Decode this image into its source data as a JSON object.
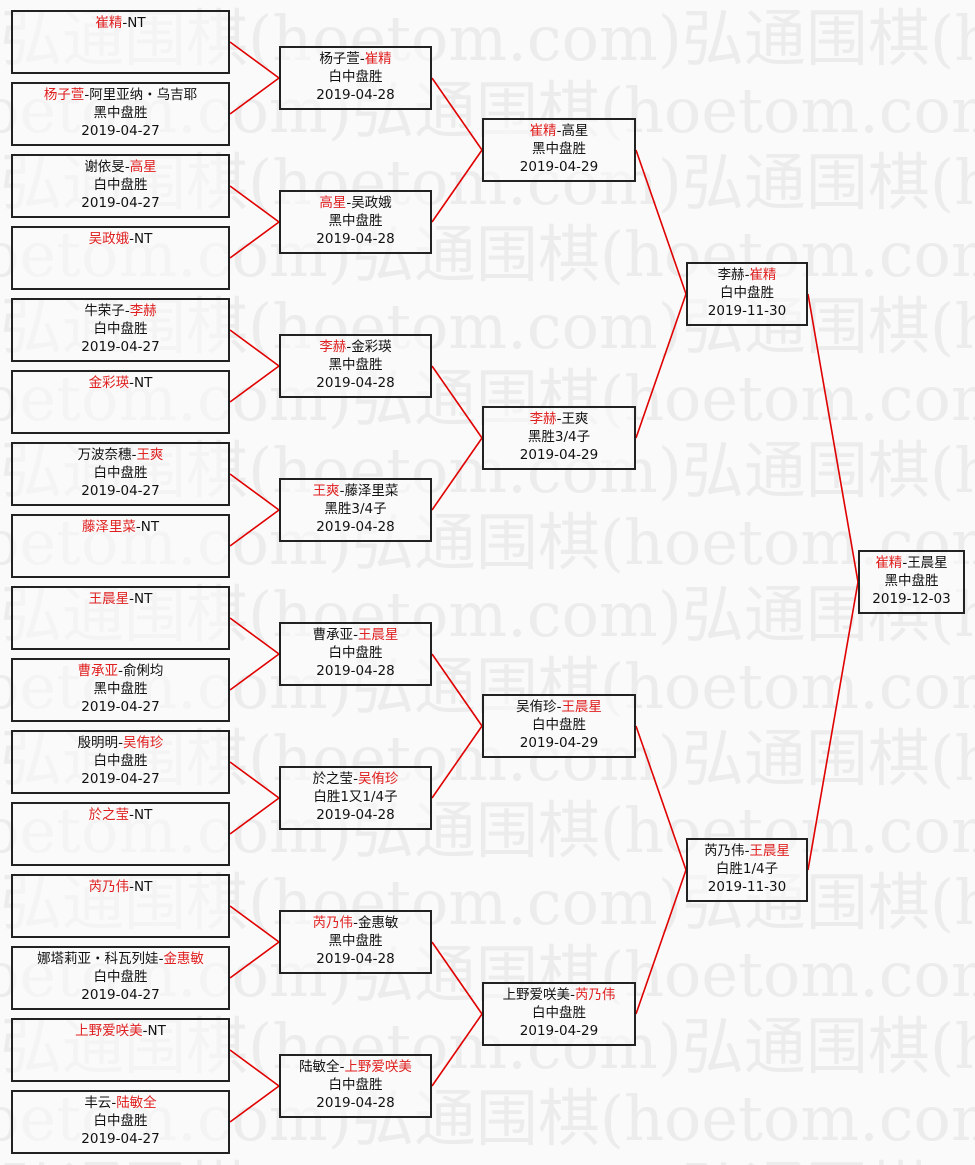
{
  "watermark": "弘通围棋(hoetom.com)",
  "colors": {
    "winner": "#e02020",
    "line": "#e00000",
    "border": "#222222"
  },
  "rounds": [
    [
      {
        "players": [
          "崔精",
          "NT"
        ],
        "winner": 0,
        "result": "",
        "date": ""
      },
      {
        "players": [
          "杨子萱",
          "阿里亚纳・乌吉耶"
        ],
        "winner": 0,
        "result": "黑中盘胜",
        "date": "2019-04-27"
      },
      {
        "players": [
          "谢依旻",
          "高星"
        ],
        "winner": 1,
        "result": "白中盘胜",
        "date": "2019-04-27"
      },
      {
        "players": [
          "吴政娥",
          "NT"
        ],
        "winner": 0,
        "result": "",
        "date": ""
      },
      {
        "players": [
          "牛荣子",
          "李赫"
        ],
        "winner": 1,
        "result": "白中盘胜",
        "date": "2019-04-27"
      },
      {
        "players": [
          "金彩瑛",
          "NT"
        ],
        "winner": 0,
        "result": "",
        "date": ""
      },
      {
        "players": [
          "万波奈穗",
          "王爽"
        ],
        "winner": 1,
        "result": "白中盘胜",
        "date": "2019-04-27"
      },
      {
        "players": [
          "藤泽里菜",
          "NT"
        ],
        "winner": 0,
        "result": "",
        "date": ""
      },
      {
        "players": [
          "王晨星",
          "NT"
        ],
        "winner": 0,
        "result": "",
        "date": ""
      },
      {
        "players": [
          "曹承亚",
          "俞俐均"
        ],
        "winner": 0,
        "result": "黑中盘胜",
        "date": "2019-04-27"
      },
      {
        "players": [
          "殷明明",
          "吴侑珍"
        ],
        "winner": 1,
        "result": "白中盘胜",
        "date": "2019-04-27"
      },
      {
        "players": [
          "於之莹",
          "NT"
        ],
        "winner": 0,
        "result": "",
        "date": ""
      },
      {
        "players": [
          "芮乃伟",
          "NT"
        ],
        "winner": 0,
        "result": "",
        "date": ""
      },
      {
        "players": [
          "娜塔莉亚・科瓦列娃",
          "金惠敏"
        ],
        "winner": 1,
        "result": "白中盘胜",
        "date": "2019-04-27"
      },
      {
        "players": [
          "上野爱咲美",
          "NT"
        ],
        "winner": 0,
        "result": "",
        "date": ""
      },
      {
        "players": [
          "丰云",
          "陆敏全"
        ],
        "winner": 1,
        "result": "白中盘胜",
        "date": "2019-04-27"
      }
    ],
    [
      {
        "players": [
          "杨子萱",
          "崔精"
        ],
        "winner": 1,
        "result": "白中盘胜",
        "date": "2019-04-28"
      },
      {
        "players": [
          "高星",
          "吴政娥"
        ],
        "winner": 0,
        "result": "黑中盘胜",
        "date": "2019-04-28"
      },
      {
        "players": [
          "李赫",
          "金彩瑛"
        ],
        "winner": 0,
        "result": "黑中盘胜",
        "date": "2019-04-28"
      },
      {
        "players": [
          "王爽",
          "藤泽里菜"
        ],
        "winner": 0,
        "result": "黑胜3/4子",
        "date": "2019-04-28"
      },
      {
        "players": [
          "曹承亚",
          "王晨星"
        ],
        "winner": 1,
        "result": "白中盘胜",
        "date": "2019-04-28"
      },
      {
        "players": [
          "於之莹",
          "吴侑珍"
        ],
        "winner": 1,
        "result": "白胜1又1/4子",
        "date": "2019-04-28"
      },
      {
        "players": [
          "芮乃伟",
          "金惠敏"
        ],
        "winner": 0,
        "result": "黑中盘胜",
        "date": "2019-04-28"
      },
      {
        "players": [
          "陆敏全",
          "上野爱咲美"
        ],
        "winner": 1,
        "result": "白中盘胜",
        "date": "2019-04-28"
      }
    ],
    [
      {
        "players": [
          "崔精",
          "高星"
        ],
        "winner": 0,
        "result": "黑中盘胜",
        "date": "2019-04-29"
      },
      {
        "players": [
          "李赫",
          "王爽"
        ],
        "winner": 0,
        "result": "黑胜3/4子",
        "date": "2019-04-29"
      },
      {
        "players": [
          "吴侑珍",
          "王晨星"
        ],
        "winner": 1,
        "result": "白中盘胜",
        "date": "2019-04-29"
      },
      {
        "players": [
          "上野爱咲美",
          "芮乃伟"
        ],
        "winner": 1,
        "result": "白中盘胜",
        "date": "2019-04-29"
      }
    ],
    [
      {
        "players": [
          "李赫",
          "崔精"
        ],
        "winner": 1,
        "result": "白中盘胜",
        "date": "2019-11-30"
      },
      {
        "players": [
          "芮乃伟",
          "王晨星"
        ],
        "winner": 1,
        "result": "白胜1/4子",
        "date": "2019-11-30"
      }
    ],
    [
      {
        "players": [
          "崔精",
          "王晨星"
        ],
        "winner": 0,
        "result": "黑中盘胜",
        "date": "2019-12-03"
      }
    ]
  ]
}
